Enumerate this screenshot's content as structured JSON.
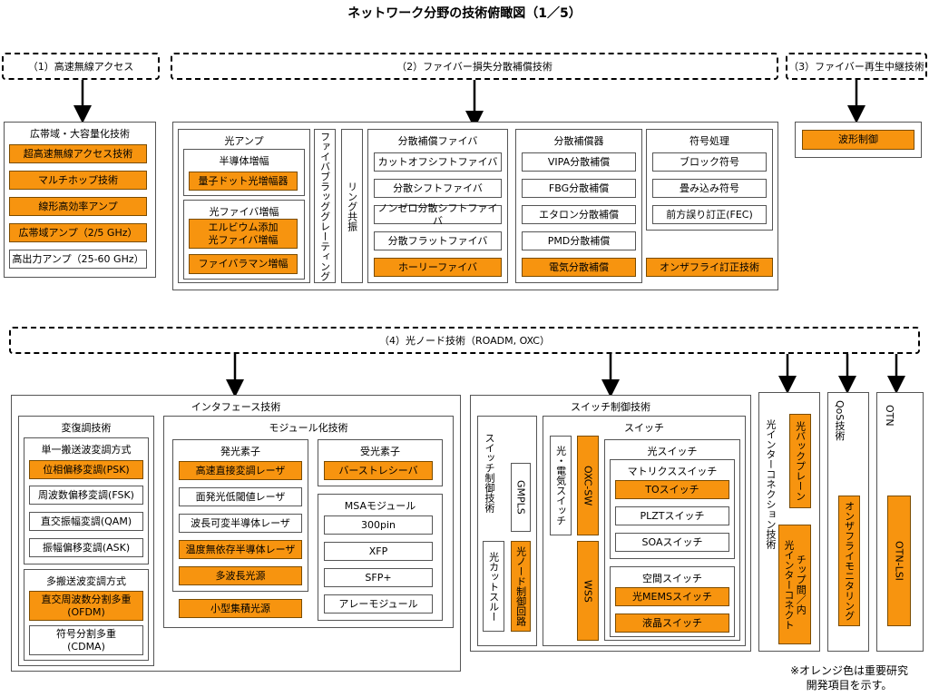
{
  "title": "ネットワーク分野の技術俯瞰図（1／5）",
  "categories": {
    "c1": "（1）高速無線アクセス",
    "c2": "（2）ファイバー損失分散補償技術",
    "c3": "（3）ファイバー再生中継技術",
    "c4": "（4）光ノード技術（ROADM, OXC）"
  },
  "wireless": {
    "title": "広帯域・大容量化技術",
    "items": [
      "超高速無線アクセス技術",
      "マルチホップ技術",
      "線形高効率アンプ",
      "広帯域アンプ（2/5 GHz）",
      "高出力アンプ（25-60 GHz）"
    ]
  },
  "compensation": {
    "amp_title": "光アンプ",
    "semi_title": "半導体増幅",
    "semi_item": "量子ドット光増幅器",
    "fiber_amp_title": "光ファイバ増幅",
    "fiber_amp_items": [
      "エルビウム添加\n光ファイバ増幅",
      "ファイバラマン増幅"
    ],
    "fbg": "ファイバブラッググレーティング",
    "ring": "リング共振",
    "dcf_title": "分散補償ファイバ",
    "dcf_items": [
      "カットオフシフトファイバ",
      "分散シフトファイバ",
      "ノンゼロ分散シフトファイバ",
      "分散フラットファイバ",
      "ホーリーファイバ"
    ],
    "dc_title": "分散補償器",
    "dc_items": [
      "VIPA分散補償",
      "FBG分散補償",
      "エタロン分散補償",
      "PMD分散補償",
      "電気分散補償"
    ],
    "code_title": "符号処理",
    "code_items": [
      "ブロック符号",
      "畳み込み符号",
      "前方誤り訂正(FEC)"
    ],
    "code_extra": "オンザフライ訂正技術"
  },
  "regen": {
    "item": "波形制御"
  },
  "interface": {
    "title": "インタフェース技術",
    "mod_title": "変復調技術",
    "single_title": "単一搬送波変調方式",
    "single_items": [
      "位相偏移変調(PSK)",
      "周波数偏移変調(FSK)",
      "直交振幅変調(QAM)",
      "振幅偏移変調(ASK)"
    ],
    "multi_title": "多搬送波変調方式",
    "multi_items": [
      "直交周波数分割多重\n(OFDM)",
      "符号分割多重\n(CDMA)"
    ],
    "module_title": "モジュール化技術",
    "emit_title": "発光素子",
    "emit_items": [
      "高速直接変調レーザ",
      "面発光低閾値レーザ",
      "波長可変半導体レーザ",
      "温度無依存半導体レーザ",
      "多波長光源"
    ],
    "small_light": "小型集積光源",
    "recv_title": "受光素子",
    "recv_item": "バーストレシーバ",
    "msa_title": "MSAモジュール",
    "msa_items": [
      "300pin",
      "XFP",
      "SFP+",
      "アレーモジュール"
    ]
  },
  "switch_ctrl": {
    "title": "スイッチ制御技術",
    "ctrl_label": "スイッチ制御技術",
    "gmpls": "GMPLS",
    "cut_through": "光カットスルー",
    "node_ctrl": "光ノード制御回路",
    "switch_title": "スイッチ",
    "oe_switch": "光・電気スイッチ",
    "oxc_sw": "OXC-SW",
    "wss": "WSS",
    "optical_switch_title": "光スイッチ",
    "matrix_title": "マトリクススイッチ",
    "matrix_items": [
      "TOスイッチ",
      "PLZTスイッチ",
      "SOAスイッチ"
    ],
    "space_title": "空間スイッチ",
    "space_items": [
      "光MEMSスイッチ",
      "液晶スイッチ"
    ]
  },
  "interconnect": {
    "title": "光インターコネクション技術",
    "items": [
      "光バックプレーン",
      "チップ間／内\n光インターコネクト"
    ]
  },
  "qos": {
    "title": "QoS技術",
    "item": "オンザフライモニタリング"
  },
  "otn": {
    "title": "OTN",
    "item": "OTN-LSI"
  },
  "note": "※オレンジ色は重要研究\n開発項目を示す。",
  "colors": {
    "important": "#f7940f"
  }
}
